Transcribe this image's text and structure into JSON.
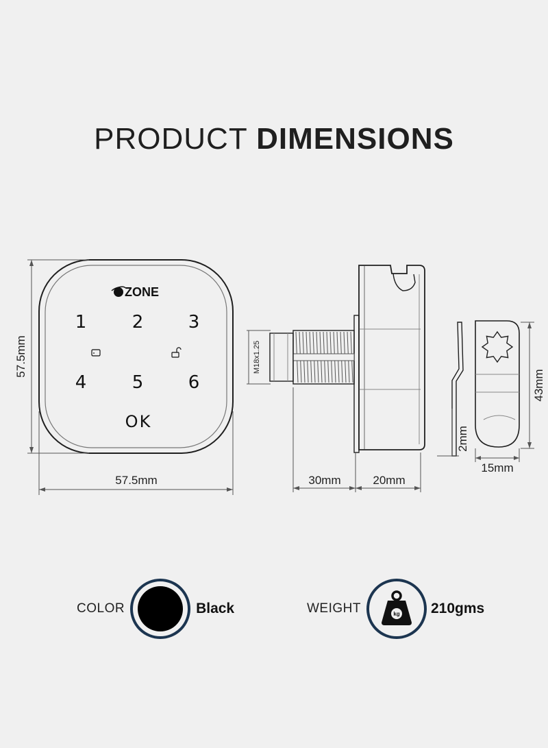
{
  "title": {
    "light": "PRODUCT",
    "bold": "DIMENSIONS"
  },
  "keypad": {
    "brand": "ZONE",
    "keys": [
      "1",
      "2",
      "3",
      "4",
      "5",
      "6"
    ],
    "ok": "OK"
  },
  "dimensions": {
    "front_height": "57.5mm",
    "front_width": "57.5mm",
    "thread": "M18x1.25",
    "shaft_length": "30mm",
    "body_depth": "20mm",
    "cam_length": "43mm",
    "cam_thickness": "2mm",
    "cam_width": "15mm"
  },
  "specs": {
    "color_label": "COLOR",
    "color_value": "Black",
    "color_swatch": "#000000",
    "weight_label": "WEIGHT",
    "weight_icon_text": "kg",
    "weight_value": "210gms",
    "ring_color": "#1c3550"
  }
}
